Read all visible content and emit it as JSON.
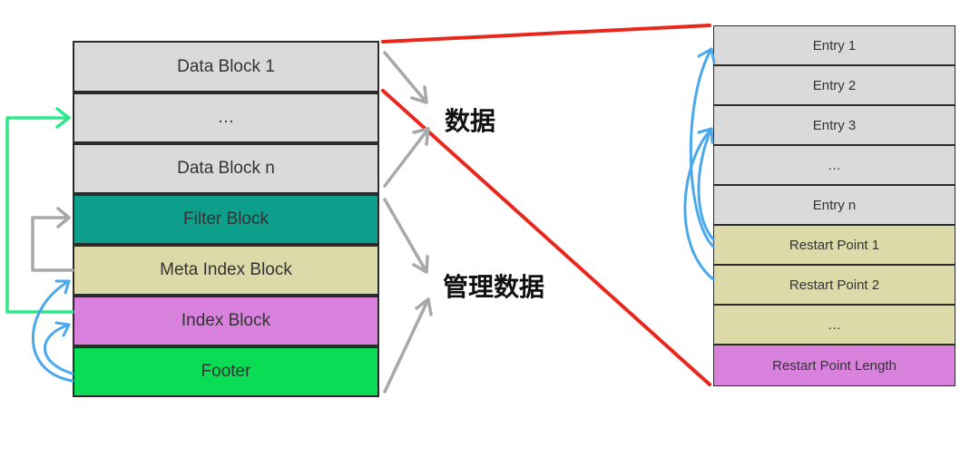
{
  "left_blocks": [
    {
      "label": "Data Block 1",
      "color": "#dadada"
    },
    {
      "label": "…",
      "color": "#dadada"
    },
    {
      "label": "Data Block n",
      "color": "#dadada"
    },
    {
      "label": "Filter Block",
      "color": "#0e9e8c"
    },
    {
      "label": "Meta Index Block",
      "color": "#dcdaa8"
    },
    {
      "label": "Index Block",
      "color": "#d882de"
    },
    {
      "label": "Footer",
      "color": "#0add55"
    }
  ],
  "right_blocks": [
    {
      "label": "Entry 1",
      "color": "#dadada"
    },
    {
      "label": "Entry 2",
      "color": "#dadada"
    },
    {
      "label": "Entry 3",
      "color": "#dadada"
    },
    {
      "label": "…",
      "color": "#dadada"
    },
    {
      "label": "Entry n",
      "color": "#dadada"
    },
    {
      "label": "Restart Point 1",
      "color": "#dcdaa8"
    },
    {
      "label": "Restart Point 2",
      "color": "#dcdaa8"
    },
    {
      "label": "…",
      "color": "#dcdaa8"
    },
    {
      "label": "Restart Point Length",
      "color": "#d882de"
    }
  ],
  "labels": {
    "data": "数据",
    "meta_data": "管理数据"
  },
  "colors": {
    "zoom_line": "#e8281c",
    "grey_arrow": "#a8a8a8",
    "green_arrow": "#2ee88a",
    "blue_arrow": "#4aa8ec"
  }
}
